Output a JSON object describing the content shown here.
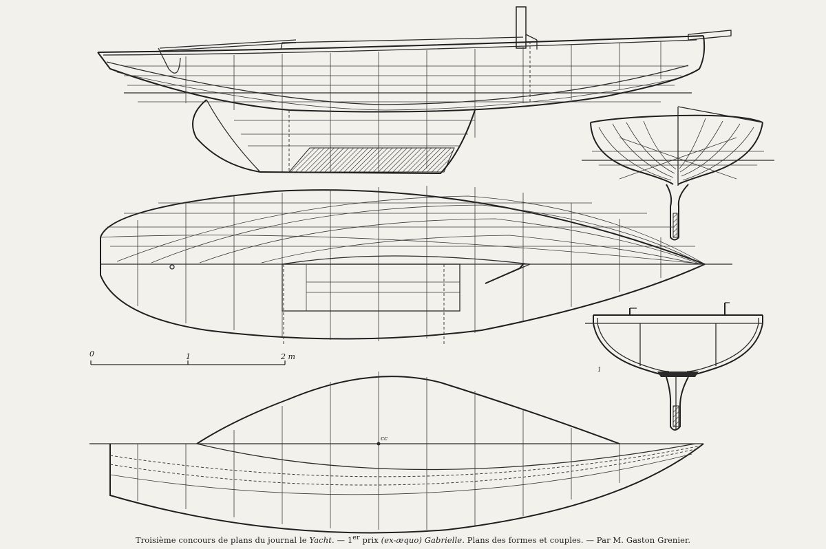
{
  "caption": {
    "part1": "Troisième concours de plans du journal le ",
    "journal": "Yacht",
    "part2": ". — 1",
    "ordinal_sup": "er",
    "part3": " prix ",
    "ex_aequo": "(ex-æquo)",
    "part4": " ",
    "boat_name": "Gabrielle",
    "part5": ".  Plans des formes et couples.  — Par M. Gaston Grenier."
  },
  "scale_bar": {
    "label_0": "0",
    "label_1": "1",
    "label_2": "2 m"
  },
  "marks": {
    "cc": "cc",
    "section_mark": "1"
  },
  "colors": {
    "paper": "#f3f1ec",
    "ink": "#2a2a2a"
  }
}
